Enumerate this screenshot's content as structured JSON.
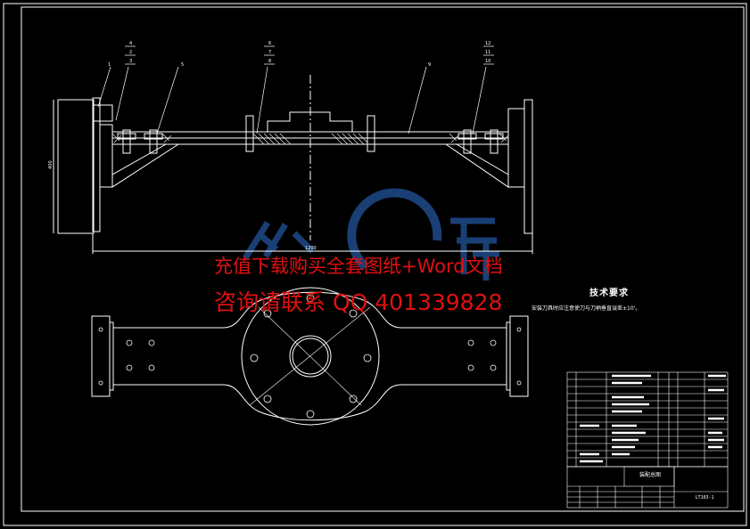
{
  "technical_requirements": {
    "title": "技术要求",
    "body": "安装刀具时应注意使刀与刀柄垂直误差±10'。"
  },
  "watermark": {
    "line1": "充值下载购买全套图纸+Word文档",
    "line2": "咨询请联系 QQ 401339828"
  },
  "title_block": {
    "name": "装配总图",
    "drawing_no": "LT103-1"
  },
  "balloons": [
    {
      "label": "1"
    },
    {
      "label": "4"
    },
    {
      "label": "2"
    },
    {
      "label": "3"
    },
    {
      "label": "5"
    },
    {
      "label": "6"
    },
    {
      "label": "7"
    },
    {
      "label": "8"
    },
    {
      "label": "9"
    },
    {
      "label": "12"
    },
    {
      "label": "11"
    },
    {
      "label": "10"
    }
  ],
  "colors": {
    "background": "#000000",
    "lines": "#ffffff",
    "watermark": "#e01010",
    "logo": "#1e4a8a"
  }
}
